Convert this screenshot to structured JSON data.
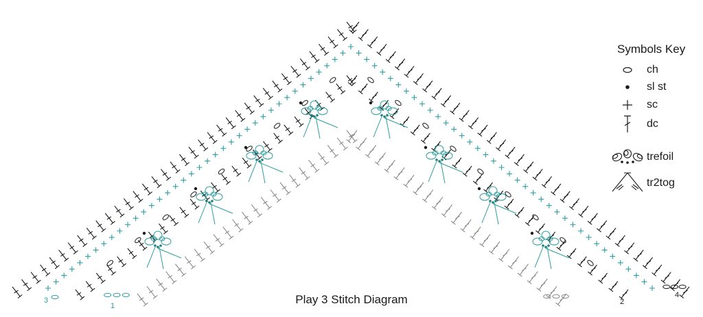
{
  "caption": "Play 3 Stitch Diagram",
  "key": {
    "title": "Symbols Key",
    "items": [
      {
        "symbol": "ch",
        "label": "ch"
      },
      {
        "symbol": "sl-st",
        "label": "sl st"
      },
      {
        "symbol": "sc",
        "label": "sc"
      },
      {
        "symbol": "dc",
        "label": "dc"
      },
      {
        "symbol": "trefoil",
        "label": "trefoil"
      },
      {
        "symbol": "tr2tog",
        "label": "tr2tog"
      }
    ]
  },
  "row_labels": {
    "row1": "1",
    "row2": "2",
    "row3": "3",
    "row4": "4"
  },
  "colors": {
    "ink": "#1a1a1a",
    "teal": "#2a9d9d",
    "gray": "#8a8a8a",
    "dark_teal": "#1e7f7f"
  }
}
